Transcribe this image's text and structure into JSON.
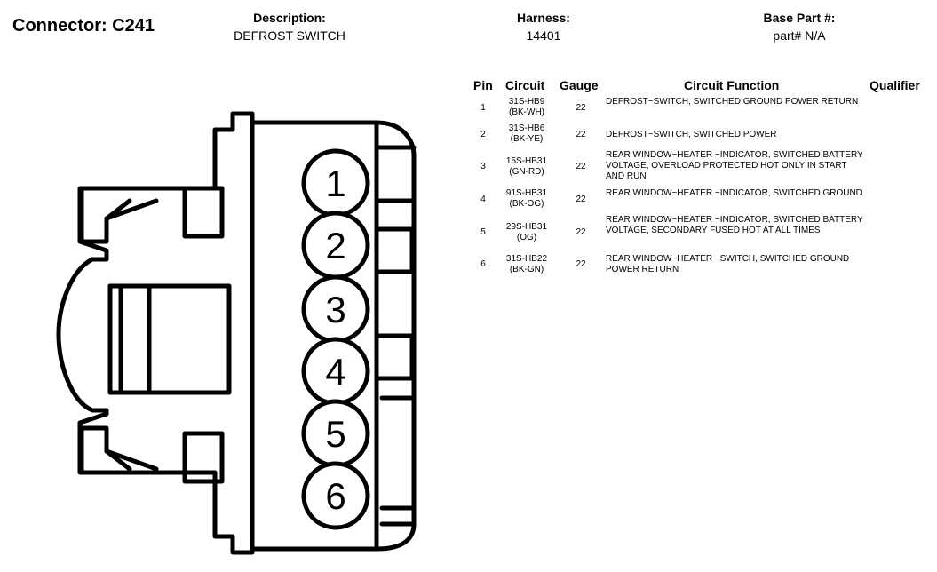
{
  "header": {
    "connector": "Connector: C241",
    "description_label": "Description:",
    "description_value": "DEFROST SWITCH",
    "harness_label": "Harness:",
    "harness_value": "14401",
    "base_part_label": "Base Part #:",
    "base_part_value": "part# N/A"
  },
  "table": {
    "columns": [
      "Pin",
      "Circuit",
      "Gauge",
      "Circuit Function",
      "Qualifier"
    ],
    "rows": [
      {
        "pin": "1",
        "circuit": "31S-HB9",
        "color": "(BK-WH)",
        "gauge": "22",
        "function": "DEFROST~SWITCH, SWITCHED GROUND POWER RETURN"
      },
      {
        "pin": "2",
        "circuit": "31S-HB6",
        "color": "(BK-YE)",
        "gauge": "22",
        "function": "DEFROST~SWITCH, SWITCHED POWER"
      },
      {
        "pin": "3",
        "circuit": "15S-HB31",
        "color": "(GN-RD)",
        "gauge": "22",
        "function": "REAR WINDOW~HEATER ~INDICATOR, SWITCHED BATTERY VOLTAGE, OVERLOAD PROTECTED HOT ONLY IN START AND RUN"
      },
      {
        "pin": "4",
        "circuit": "91S-HB31",
        "color": "(BK-OG)",
        "gauge": "22",
        "function": "REAR WINDOW~HEATER ~INDICATOR, SWITCHED GROUND"
      },
      {
        "pin": "5",
        "circuit": "29S-HB31",
        "color": "(OG)",
        "gauge": "22",
        "function": "REAR WINDOW~HEATER ~INDICATOR, SWITCHED BATTERY VOLTAGE, SECONDARY FUSED HOT AT ALL TIMES"
      },
      {
        "pin": "6",
        "circuit": "31S-HB22",
        "color": "(BK-GN)",
        "gauge": "22",
        "function": "REAR WINDOW~HEATER ~SWITCH, SWITCHED GROUND POWER RETURN"
      }
    ]
  },
  "diagram": {
    "pin_labels": [
      "1",
      "2",
      "3",
      "4",
      "5",
      "6"
    ]
  }
}
